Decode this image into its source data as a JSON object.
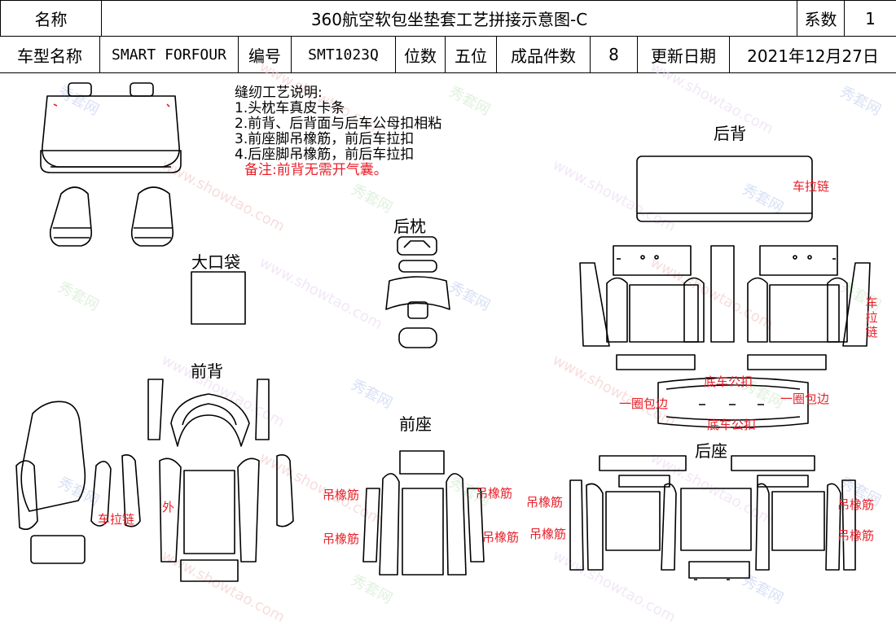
{
  "header": {
    "name_label": "名称",
    "title": "360航空软包坐垫套工艺拼接示意图-C",
    "coef_label": "系数",
    "coef_value": "1",
    "model_label": "车型名称",
    "model_value": "SMART FORFOUR",
    "code_label": "编号",
    "code_value": "SMT1023Q",
    "seats_label": "位数",
    "seats_value": "五位",
    "pieces_label": "成品件数",
    "pieces_value": "8",
    "update_label": "更新日期",
    "update_value": "2021年12月27日"
  },
  "notes": {
    "title": "缝纫工艺说明:",
    "items": [
      "1.头枕车真皮卡条",
      "2.前背、后背面与后车公母扣相粘",
      "3.前座脚吊橡筋，前后车拉扣",
      "4.后座脚吊橡筋，前后车拉扣"
    ],
    "remark": "备注:前背无需开气囊。"
  },
  "sections": {
    "big_pocket": "大口袋",
    "rear_headrest": "后枕",
    "rear_back": "后背",
    "front_back": "前背",
    "front_seat": "前座",
    "rear_seat": "后座"
  },
  "annotations": {
    "zipper": "车拉链",
    "zipper_vertical": [
      "车",
      "拉",
      "链"
    ],
    "front_back_zipper": "车拉链",
    "outer": "外",
    "bottom_snap_top": "底车公扣",
    "bottom_snap_bottom": "底车公扣",
    "piping_left": "一圈包边",
    "piping_right": "一圈包边",
    "elastic_fs_left_1": "吊橡筋",
    "elastic_fs_left_2": "吊橡筋",
    "elastic_fs_right_1": "吊橡筋",
    "elastic_fs_right_2": "吊橡筋",
    "elastic_rs_left_1": "吊橡筋",
    "elastic_rs_left_2": "吊橡筋",
    "elastic_rs_right_1": "吊橡筋",
    "elastic_rs_right_2": "吊橡筋"
  },
  "watermark": [
    "秀套网",
    "www.showtao.com"
  ],
  "colors": {
    "line": "#000000",
    "accent": "#e8202a"
  }
}
